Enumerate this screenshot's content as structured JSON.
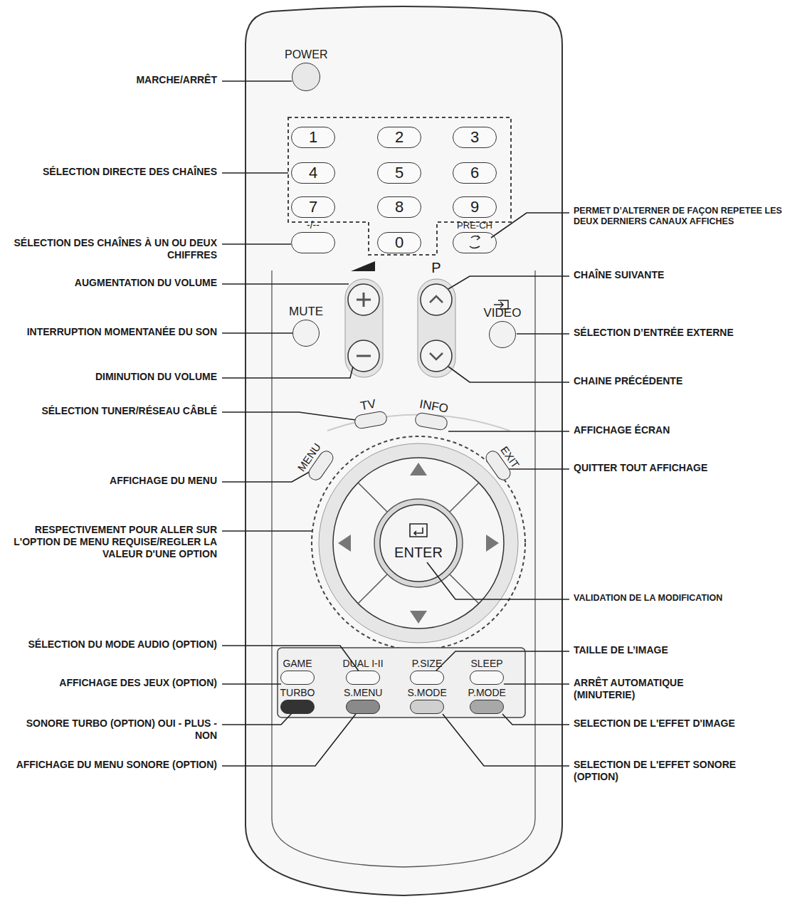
{
  "diagram": {
    "nodes": [
      {
        "text": [
          "POWER"
        ]
      },
      {
        "text": [
          "1"
        ]
      },
      {
        "text": [
          "2"
        ]
      },
      {
        "text": [
          "3"
        ]
      },
      {
        "text": [
          "4"
        ]
      },
      {
        "text": [
          "5"
        ]
      },
      {
        "text": [
          "6"
        ]
      },
      {
        "text": [
          "7"
        ]
      },
      {
        "text": [
          "8"
        ]
      },
      {
        "text": [
          "9"
        ]
      },
      {
        "text": [
          "-/--"
        ]
      },
      {
        "text": [
          "0"
        ]
      },
      {
        "text": [
          "PRE-CH"
        ]
      },
      {
        "text": [
          "MUTE"
        ]
      },
      {
        "text": [
          "VIDEO"
        ]
      },
      {
        "text": [
          "TV"
        ]
      },
      {
        "text": [
          "INFO"
        ]
      },
      {
        "text": [
          "MENU"
        ]
      },
      {
        "text": [
          "EXIT"
        ]
      },
      {
        "text": [
          "ENTER"
        ]
      },
      {
        "text": [
          "GAME"
        ]
      },
      {
        "text": [
          "DUAL I-II"
        ]
      },
      {
        "text": [
          "P.SIZE"
        ]
      },
      {
        "text": [
          "SLEEP"
        ]
      },
      {
        "text": [
          "TURBO"
        ]
      },
      {
        "text": [
          "S.MENU"
        ]
      },
      {
        "text": [
          "S.MODE"
        ]
      },
      {
        "text": [
          "P.MODE"
        ]
      }
    ],
    "labels": [
      "MARCHE/ARRÊT",
      "SÉLECTION DIRECTE DES CHAÎNES",
      "SÉLECTION DES CHAÎNES À UN OU DEUX CHIFFRES",
      "AUGMENTATION DU VOLUME",
      "INTERRUPTION MOMENTANÉE DU SON",
      "DIMINUTION DU VOLUME",
      "SÉLECTION TUNER/RÉSEAU CÂBLÉ",
      "AFFICHAGE DU MENU",
      "RESPECTIVEMENT POUR ALLER SUR L'OPTION DE MENU REQUISE/REGLER LA VALEUR D'UNE OPTION",
      "SÉLECTION DU MODE AUDIO (OPTION)",
      "AFFICHAGE DES JEUX (OPTION)",
      "SONORE TURBO (OPTION) OUI - PLUS - NON",
      "AFFICHAGE DU MENU SONORE (OPTION)",
      "PERMET D’ALTERNER DE FAÇON REPETEE LES DEUX DERNIERS CANAUX AFFICHES",
      "CHAÎNE SUIVANTE",
      "SÉLECTION D’ENTRÉE EXTERNE",
      "CHAINE PRÉCÉDENTE",
      "AFFICHAGE ÉCRAN",
      "QUITTER TOUT AFFICHAGE",
      "VALIDATION DE LA MODIFICATION",
      "TAILLE DE L’IMAGE",
      "ARRÊT AUTOMATIQUE (MINUTERIE)",
      "SELECTION DE L'EFFET D'IMAGE",
      "SELECTION DE L'EFFET SONORE (OPTION)",
      "P"
    ]
  }
}
